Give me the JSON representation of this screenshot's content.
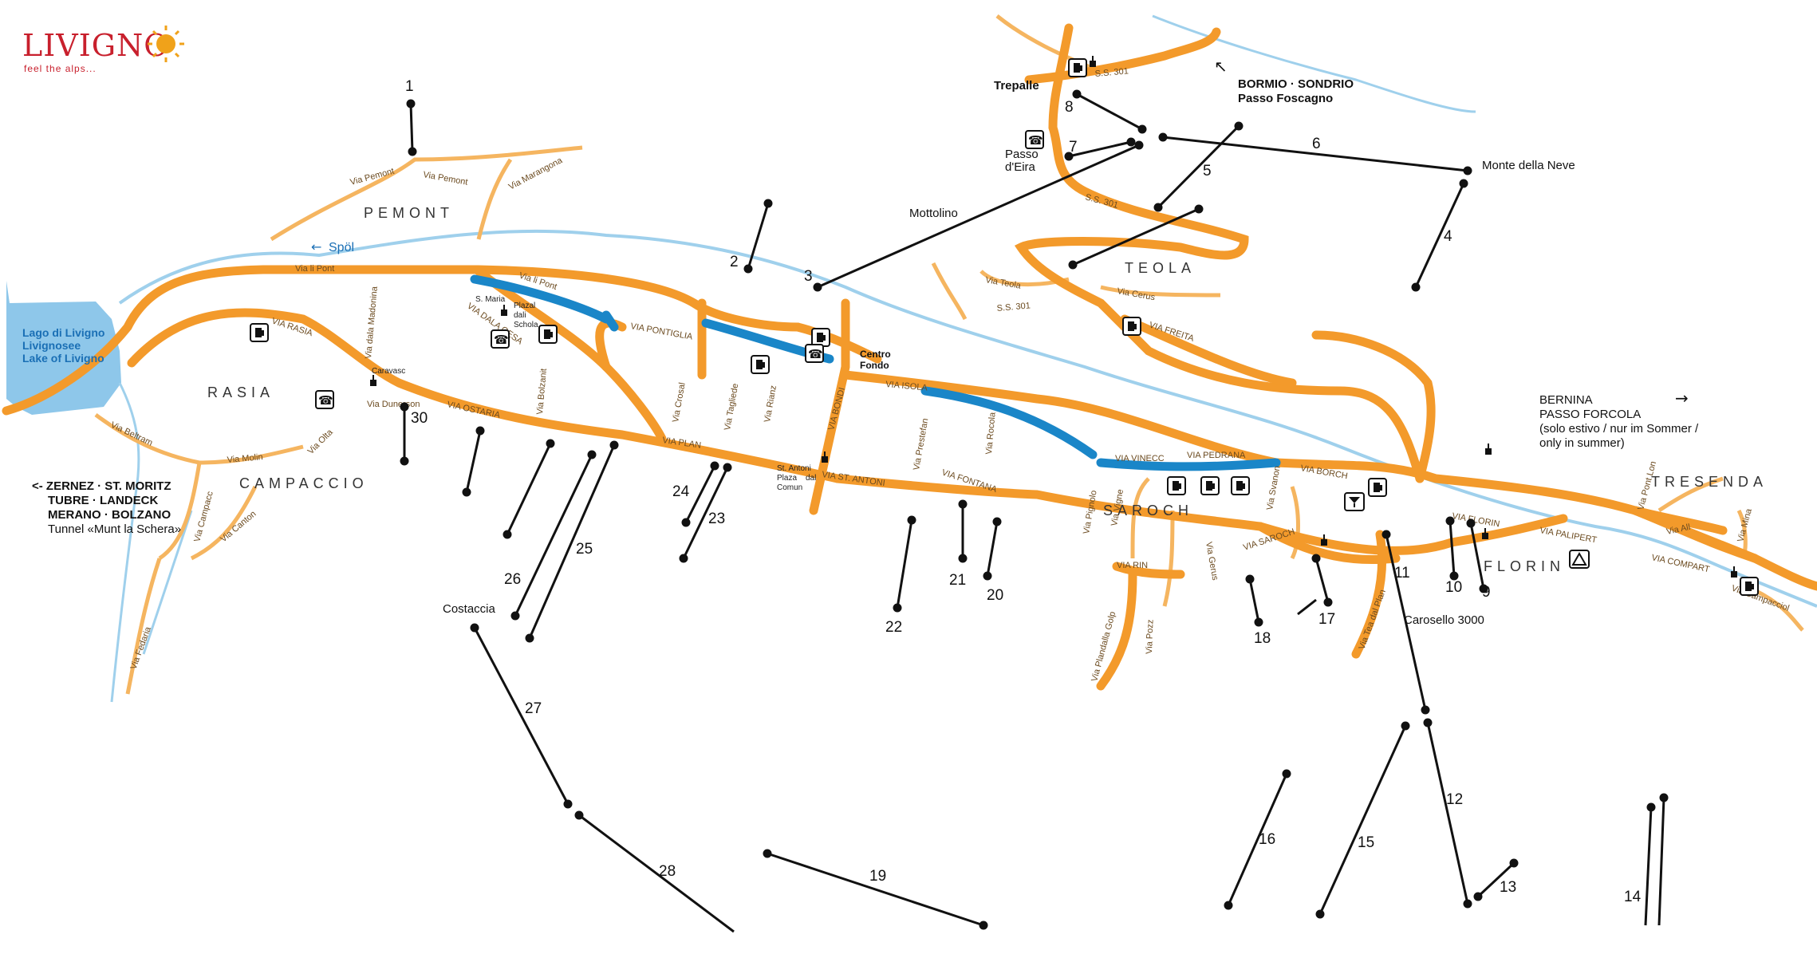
{
  "logo": {
    "name": "LIVIGNO",
    "tagline": "feel the alps..."
  },
  "areas": {
    "pemont": "PEMONT",
    "rasia": "RASIA",
    "campaccio": "CAMPACCIO",
    "teola": "TEOLA",
    "saroch": "SAROCH",
    "florin": "FLORIN",
    "tresenda": "TRESENDA"
  },
  "lake": {
    "line1": "Lago di Livigno",
    "line2": "Livignosee",
    "line3": "Lake of Livigno"
  },
  "river": {
    "name": "Spöl"
  },
  "places": {
    "trepalle": "Trepalle",
    "bormio": "BORMIO · SONDRIO",
    "foscagno": "Passo Foscagno",
    "passo_eira_1": "Passo",
    "passo_eira_2": "d'Eira",
    "mottolino": "Mottolino",
    "monte_neve": "Monte della Neve",
    "centro_fondo_1": "Centro",
    "centro_fondo_2": "Fondo",
    "costaccia": "Costaccia",
    "carosello": "Carosello 3000",
    "s_maria": "S. Maria",
    "plazal_1": "Plazal",
    "plazal_2": "dali",
    "plazal_3": "Schola",
    "caravasc": "Caravasc",
    "st_antoni_1": "St. Antoni",
    "plaza_1": "Plaza",
    "plaza_2": "dal",
    "plaza_3": "Comun"
  },
  "directions": {
    "bernina_1": "BERNINA",
    "bernina_2": "PASSO FORCOLA",
    "bernina_3": "(solo estivo / nur im Sommer /",
    "bernina_4": "only in summer)",
    "zernez_1": "<- ZERNEZ · ST. MORITZ",
    "zernez_2": "TUBRE · LANDECK",
    "zernez_3": "MERANO · BOLZANO",
    "zernez_4": "Tunnel «Munt la Schera»"
  },
  "streets": {
    "via_li_pont": "Via li Pont",
    "via_li_pont_2": "Via li Pont",
    "via_rasia": "VIA RASIA",
    "via_dala_gesa": "VIA DALA GESA",
    "via_ostaria": "VIA OSTARIA",
    "via_plan": "VIA PLAN",
    "via_st_antoni": "VIA ST. ANTONI",
    "via_pontiglia": "VIA PONTIGLIA",
    "via_bondi": "VIA BONDI",
    "via_isola": "VIA ISOLA",
    "via_fontana": "VIA FONTANA",
    "via_freita": "VIA FREITA",
    "via_vinecc": "VIA VINECC",
    "via_pedrana": "VIA PEDRANA",
    "via_borch": "VIA BORCH",
    "via_saroch": "VIA SAROCH",
    "via_rin": "VIA RIN",
    "via_florin": "VIA FLORIN",
    "via_palipert": "VIA PALIPERT",
    "via_compart": "VIA COMPART",
    "via_all": "Via All",
    "via_pemont": "Via Pemont",
    "via_pemont_2": "Via Pemont",
    "via_marangona": "Via Marangona",
    "via_teola": "Via Teola",
    "via_cerus": "Via Cerus",
    "via_beltram": "Via Beltram",
    "via_molin": "Via Molin",
    "via_canton": "Via Canton",
    "via_campacc": "Via Campacc",
    "via_fedaria": "Via Fedaria",
    "via_madonina": "Via dala Madonina",
    "via_dunerson": "Via Dunerson",
    "via_olta": "Via Olta",
    "via_bolzanit": "Via Bolzanit",
    "via_crosal": "Via Crosal",
    "via_tagliede": "Via Tagliede",
    "via_rianz": "Via Rianz",
    "via_prestefan": "Via Prestefan",
    "via_rocola": "Via Rocola",
    "via_plandalla_golp": "Via Plandalla Golp",
    "via_pozz": "Via Pozz",
    "via_tea_dal_plan": "Via Tea dal Plan",
    "via_pignolo": "Via Pignolo",
    "via_gerus": "Via Gerus",
    "via_svanon": "Via Svanon",
    "via_pont_lon": "Via Pont Lon",
    "via_mina": "Via Mina",
    "via_campacciol": "Via Campacciol",
    "via_vigne": "Via Vigne",
    "ss301": "S.S. 301",
    "ss301_b": "S.S. 301",
    "ss301_c": "S.S. 301"
  },
  "lift_numbers": [
    "1",
    "2",
    "3",
    "4",
    "5",
    "6",
    "7",
    "8",
    "9",
    "10",
    "11",
    "12",
    "13",
    "14",
    "15",
    "16",
    "17",
    "18",
    "19",
    "20",
    "21",
    "22",
    "23",
    "24",
    "25",
    "26",
    "27",
    "28",
    "30"
  ],
  "icons": [
    "fuel-pump-icon",
    "telephone-icon",
    "church-icon",
    "lift-station-icon",
    "bar-icon",
    "tent-icon"
  ],
  "colors": {
    "road": "#f39a2b",
    "road_light": "#f5b560",
    "river": "#9fd0ec",
    "lake": "#8ec7ea",
    "blue_road": "#1a86c8",
    "text": "#111111",
    "logo_red": "#c8202d",
    "logo_orange": "#f0a21a"
  }
}
